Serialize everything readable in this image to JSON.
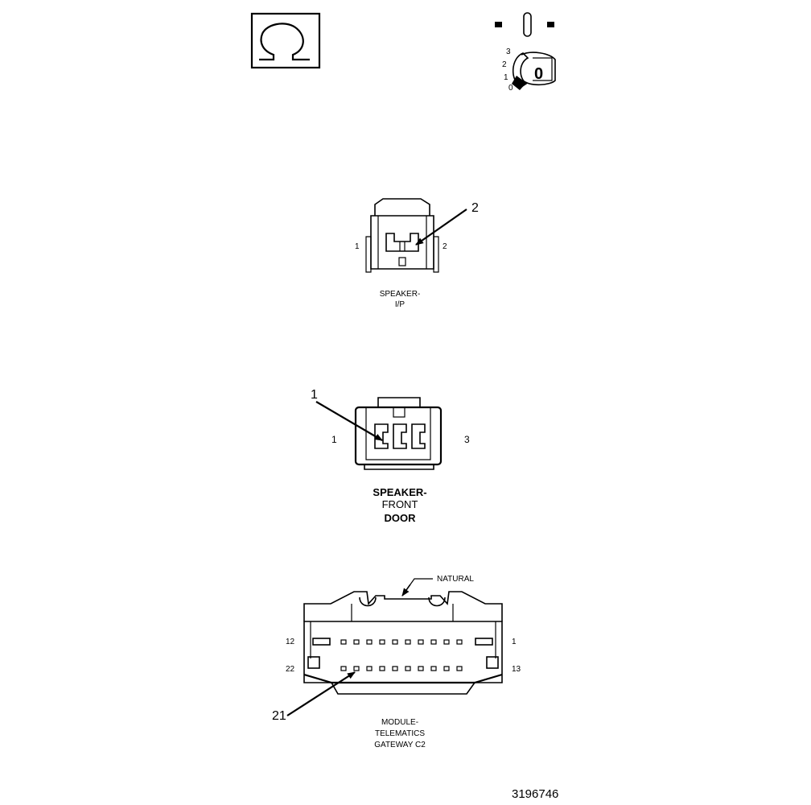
{
  "ignition_key": {
    "positions": [
      "3",
      "2",
      "1",
      "0"
    ],
    "key_label": "0"
  },
  "speaker_ip": {
    "pin_left": "1",
    "pin_right": "2",
    "callout": "2",
    "label_line1": "SPEAKER-",
    "label_line2": "I/P"
  },
  "speaker_front_door": {
    "pin_left": "1",
    "pin_right": "3",
    "callout": "1",
    "label_line1": "SPEAKER-",
    "label_line2": "FRONT",
    "label_line3": "DOOR"
  },
  "telematics_gateway_c2": {
    "color_note": "NATURAL",
    "pin_top_left": "12",
    "pin_top_right": "1",
    "pin_bottom_left": "22",
    "pin_bottom_right": "13",
    "callout": "21",
    "label_line1": "MODULE-",
    "label_line2": "TELEMATICS",
    "label_line3": "GATEWAY C2"
  },
  "figure_number": "3196746"
}
